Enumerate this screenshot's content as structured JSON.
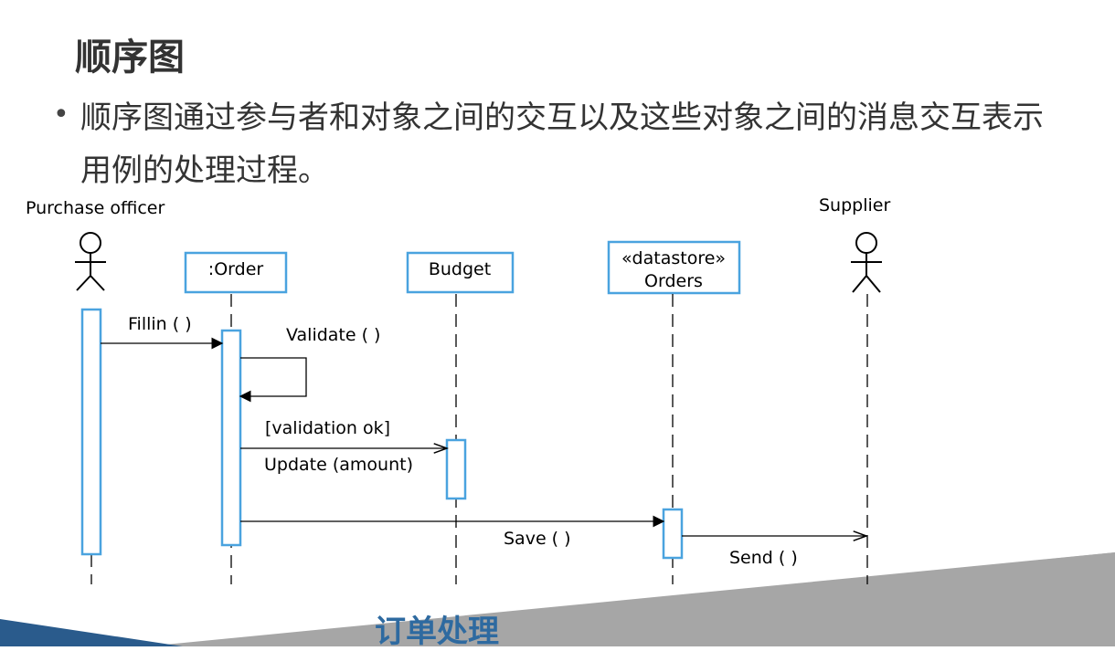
{
  "slide": {
    "title": "顺序图",
    "bullet": "顺序图通过参与者和对象之间的交互以及这些对象之间的消息交互表示用例的处理过程。",
    "footer": "订单处理"
  },
  "diagram": {
    "actors": {
      "left": "Purchase officer",
      "right": "Supplier"
    },
    "objects": {
      "order": ":Order",
      "budget": "Budget",
      "orders_stereotype": "«datastore»",
      "orders_name": "Orders"
    },
    "messages": {
      "fillin": "Fillin ( )",
      "validate": "Validate ( )",
      "validation_ok": "[validation ok]",
      "update": "Update (amount)",
      "save": "Save ( )",
      "send": "Send ( )"
    }
  },
  "colors": {
    "box_border": "#4aa3df",
    "title_footer": "#2e6aa0",
    "deco_dark": "#2a5b8c",
    "deco_gray": "#a6a6a6"
  }
}
